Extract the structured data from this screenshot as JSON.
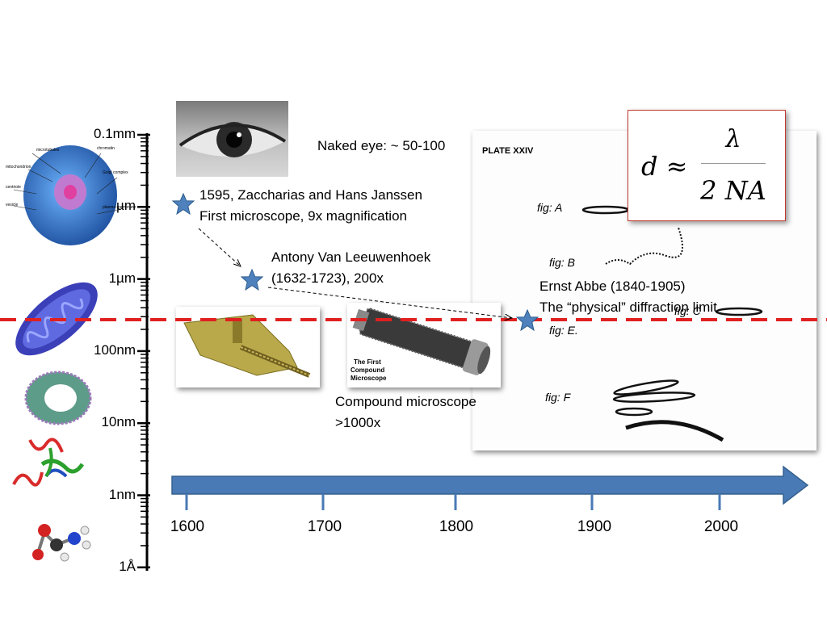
{
  "scale_axis": {
    "labels": [
      "0.1mm",
      "10µm",
      "1µm",
      "100nm",
      "10nm",
      "1nm",
      "1Å"
    ]
  },
  "timeline": {
    "years": [
      "1600",
      "1700",
      "1800",
      "1900",
      "2000"
    ]
  },
  "annotations": {
    "naked_eye": "Naked eye: ~ 50-100",
    "janssen_line1": "1595, Zaccharias and Hans Janssen",
    "janssen_line2": "First microscope, 9x magnification",
    "leeuwenhoek_line1": "Antony Van Leeuwenhoek",
    "leeuwenhoek_line2": "(1632-1723), 200x",
    "abbe_line1": "Ernst Abbe (1840-1905)",
    "abbe_line2": "The “physical” diffraction limit",
    "compound_line1": "Compound microscope",
    "compound_line2": ">1000x"
  },
  "formula": {
    "lhs": "d ≈",
    "numerator": "λ",
    "denominator": "2 NA"
  },
  "plate": {
    "title": "PLATE XXIV",
    "labels": [
      "fig: A",
      "fig: B",
      "fig: C",
      "fig: E.",
      "fig: F"
    ]
  },
  "compound_photo_label": [
    "The First",
    "Compound",
    "Microscope"
  ],
  "colors": {
    "diffraction_line": "#e02020",
    "timeline_arrow": "#4a7ab5",
    "star": "#4f81bd",
    "formula_border": "#c0392b"
  }
}
